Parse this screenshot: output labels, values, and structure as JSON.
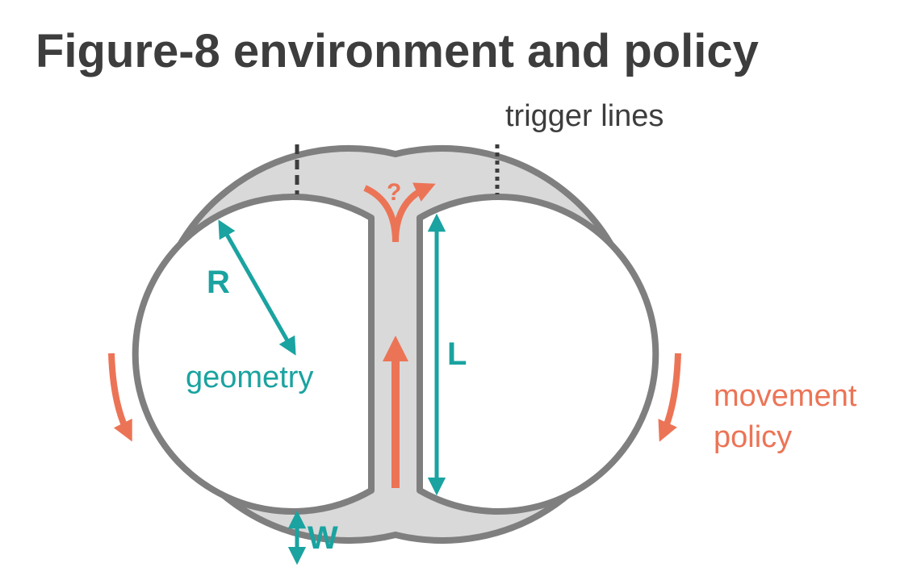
{
  "title": "Figure-8 environment and policy",
  "labels": {
    "trigger_lines": "trigger lines",
    "radius": "R",
    "geometry": "geometry",
    "length": "L",
    "width": "W",
    "choice": "?",
    "movement_line1": "movement",
    "movement_line2": "policy"
  },
  "colors": {
    "track_fill": "#d9d9d9",
    "track_border": "#7f7f7f",
    "geometry": "#1aa3a0",
    "policy": "#ec7456",
    "text": "#3d3d3d"
  }
}
